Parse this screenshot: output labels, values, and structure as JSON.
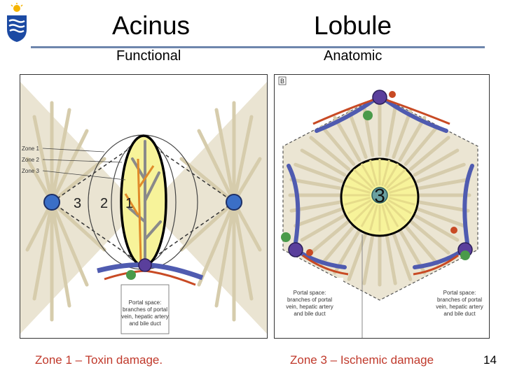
{
  "header": {
    "left_title": "Acinus",
    "left_subtitle": "Functional",
    "right_title": "Lobule",
    "right_subtitle": "Anatomic"
  },
  "left_figure": {
    "zone_labels": [
      "Zone 1",
      "Zone 2",
      "Zone 3"
    ],
    "zone_numbers": [
      "3",
      "2",
      "1"
    ],
    "portal_label_lines": [
      "Portal space:",
      "branches of portal",
      "vein, hepatic artery",
      "and bile duct"
    ]
  },
  "right_figure": {
    "panel_tag": "B",
    "center_number": "3",
    "portal_label_left_lines": [
      "Portal space:",
      "branches of portal",
      "vein, hepatic artery",
      "and bile duct"
    ],
    "portal_label_right_lines": [
      "Portal space:",
      "branches of portal",
      "vein, hepatic artery",
      "and bile duct"
    ]
  },
  "footer": {
    "left_caption": "Zone 1 – Toxin damage.",
    "right_caption": "Zone 3 – Ischemic damage",
    "page_number": "14"
  },
  "colors": {
    "caption": "#c0392b",
    "rule": "#6e86ad",
    "highlight": "#f7f39a",
    "vein": "#4f5bb0",
    "artery": "#c84a24",
    "cords": "#d9d2b8"
  }
}
